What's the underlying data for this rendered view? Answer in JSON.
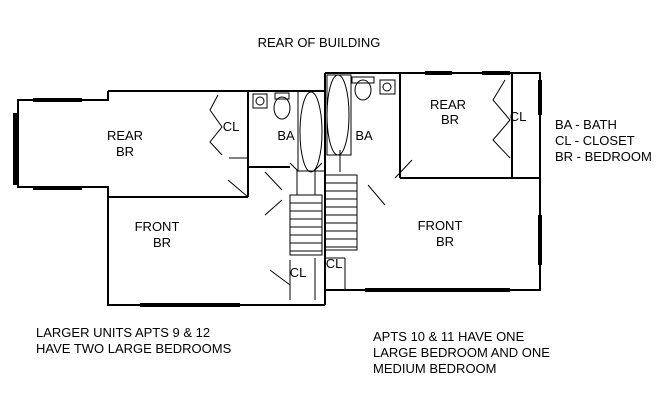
{
  "title": "REAR OF BUILDING",
  "rooms": {
    "rear_br_left": [
      "REAR",
      "BR"
    ],
    "front_br_left": [
      "FRONT",
      "BR"
    ],
    "rear_br_right": [
      "REAR",
      "BR"
    ],
    "front_br_right": [
      "FRONT",
      "BR"
    ],
    "closet": "CL",
    "bath": "BA"
  },
  "legend": [
    "BA - BATH",
    "CL - CLOSET",
    "BR - BEDROOM"
  ],
  "notes": {
    "left": [
      "LARGER UNITS APTS 9 & 12",
      "HAVE TWO LARGE BEDROOMS"
    ],
    "right": [
      "APTS 10 & 11 HAVE ONE",
      "LARGE BEDROOM AND ONE",
      "MEDIUM BEDROOM"
    ]
  }
}
